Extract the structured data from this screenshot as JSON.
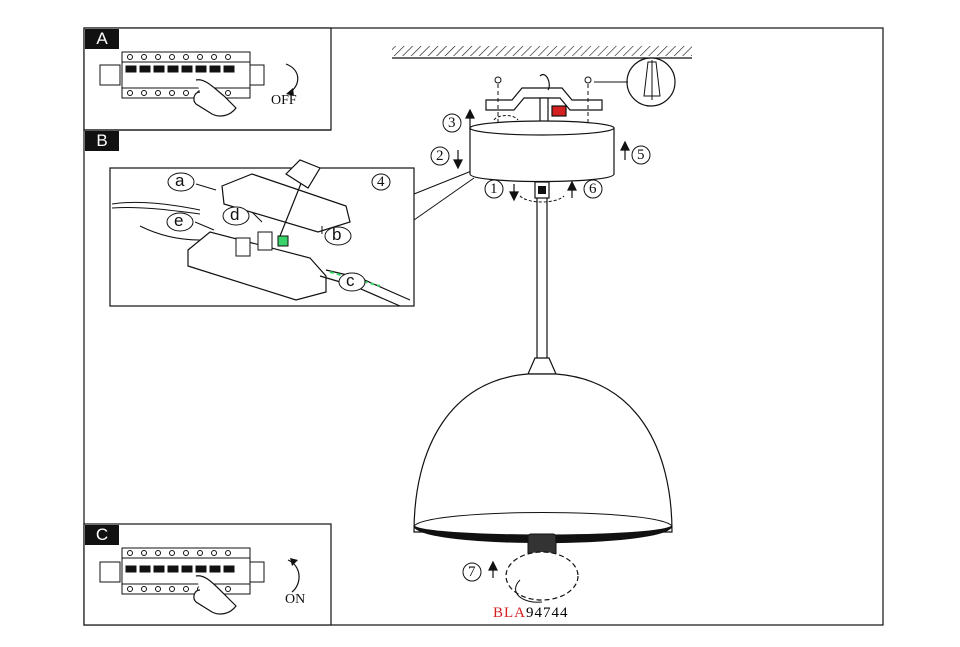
{
  "panels": {
    "a": {
      "tag": "A",
      "switch_label": "OFF"
    },
    "b": {
      "tag": "B",
      "inset_step": "4",
      "letters": [
        "a",
        "b",
        "c",
        "d",
        "e"
      ]
    },
    "c": {
      "tag": "C",
      "switch_label": "ON"
    }
  },
  "steps": [
    "1",
    "2",
    "3",
    "5",
    "6",
    "7"
  ],
  "model": {
    "prefix": "BLA",
    "number": "94744",
    "prefix_color": "#d42020"
  },
  "colors": {
    "line": "#111111",
    "highlight": "#39d36a",
    "accent": "#d42020"
  },
  "icons": [
    "screw-icon",
    "wall-plug-icon",
    "rotate-arrow-icon",
    "screwdriver-icon",
    "hand-icon",
    "light-bulb-icon"
  ]
}
